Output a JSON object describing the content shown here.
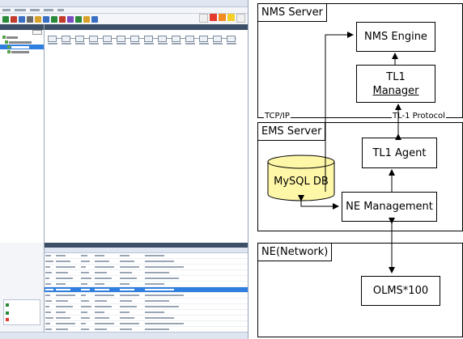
{
  "diagram": {
    "nms_server": "NMS Server",
    "nms_engine": "NMS Engine",
    "tl1_manager_line1": "TL1",
    "tl1_manager_line2": "Manager",
    "tcp_ip": "TCP/IP",
    "tl1_protocol": "TL-1 Protocol",
    "ems_server": "EMS Server",
    "tl1_agent": "TL1 Agent",
    "mysql_db": "MySQL DB",
    "ne_management": "NE Management",
    "ne_network": "NE(Network)",
    "olms": "OLMS*100"
  }
}
